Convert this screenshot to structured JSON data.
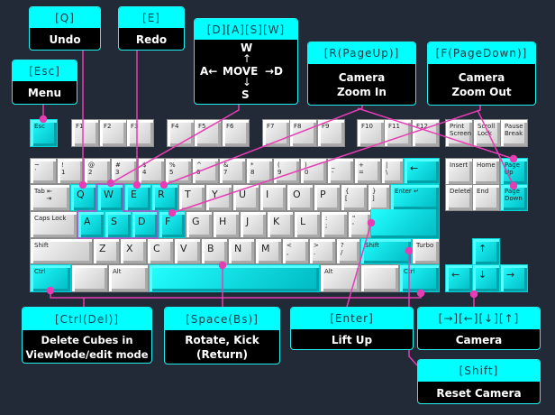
{
  "colors": {
    "background": "#222a37",
    "highlight": "#00ffff",
    "connector": "#e83cb4"
  },
  "callouts": {
    "esc": {
      "key": "[Esc]",
      "action": "Menu"
    },
    "q": {
      "key": "[Q]",
      "action": "Undo"
    },
    "e": {
      "key": "[E]",
      "action": "Redo"
    },
    "move": {
      "key": "[D][A][S][W]",
      "up": "W",
      "left": "A←",
      "center": "MOVE",
      "right": "→D",
      "down": "S",
      "up_arrow": "↑",
      "down_arrow": "↓"
    },
    "pageup": {
      "key": "[R(PageUp)]",
      "line1": "Camera",
      "line2": "Zoom In"
    },
    "pagedown": {
      "key": "[F(PageDown)]",
      "line1": "Camera",
      "line2": "Zoom Out"
    },
    "ctrl": {
      "key": "[Ctrl(Del)]",
      "line1": "Delete Cubes in",
      "line2": "ViewMode/edit mode"
    },
    "space": {
      "key": "[Space(Bs)]",
      "line1": "Rotate, Kick",
      "line2": "(Return)"
    },
    "enter": {
      "key": "[Enter]",
      "action": "Lift Up"
    },
    "arrows": {
      "key": "[→][←][↓][↑]",
      "action": "Camera"
    },
    "shift": {
      "key": "[Shift]",
      "action": "Reset Camera"
    }
  },
  "keyboard": {
    "keys": [
      {
        "label": "Esc",
        "highlighted": true
      },
      {
        "label": "F1"
      },
      {
        "label": "F2"
      },
      {
        "label": "F3"
      },
      {
        "label": "F4"
      },
      {
        "label": "F5"
      },
      {
        "label": "F6"
      },
      {
        "label": "F7"
      },
      {
        "label": "F8"
      },
      {
        "label": "F9"
      },
      {
        "label": "F10"
      },
      {
        "label": "F11"
      },
      {
        "label": "F12"
      },
      {
        "label": "Print\nScreen"
      },
      {
        "label": "Scroll\nLock"
      },
      {
        "label": "Pause\nBreak"
      },
      {
        "label": "~\n`"
      },
      {
        "label": "!\n1"
      },
      {
        "label": "@\n2"
      },
      {
        "label": "#\n3"
      },
      {
        "label": "$\n4"
      },
      {
        "label": "%\n5"
      },
      {
        "label": "^\n6"
      },
      {
        "label": "&\n7"
      },
      {
        "label": "*\n8"
      },
      {
        "label": "(\n9"
      },
      {
        "label": ")\n0"
      },
      {
        "label": "_\n-"
      },
      {
        "label": "+\n="
      },
      {
        "label": "|\n\\"
      },
      {
        "label": "←",
        "highlighted": true
      },
      {
        "label": "Tab ⇤\n      ⇥"
      },
      {
        "label": "Q",
        "highlighted": true
      },
      {
        "label": "W",
        "highlighted": true
      },
      {
        "label": "E",
        "highlighted": true
      },
      {
        "label": "R",
        "highlighted": true
      },
      {
        "label": "T"
      },
      {
        "label": "Y"
      },
      {
        "label": "U"
      },
      {
        "label": "I"
      },
      {
        "label": "O"
      },
      {
        "label": "P"
      },
      {
        "label": "{\n["
      },
      {
        "label": "}\n]"
      },
      {
        "label": "Enter ↵",
        "highlighted": true
      },
      {
        "label": "Caps Lock"
      },
      {
        "label": "A",
        "highlighted": true
      },
      {
        "label": "S",
        "highlighted": true
      },
      {
        "label": "D",
        "highlighted": true
      },
      {
        "label": "F",
        "highlighted": true
      },
      {
        "label": "G"
      },
      {
        "label": "H"
      },
      {
        "label": "J"
      },
      {
        "label": "K"
      },
      {
        "label": "L"
      },
      {
        "label": ":\n;"
      },
      {
        "label": "\"\n'"
      },
      {
        "label": "Shift"
      },
      {
        "label": "Z"
      },
      {
        "label": "X"
      },
      {
        "label": "C"
      },
      {
        "label": "V"
      },
      {
        "label": "B"
      },
      {
        "label": "N"
      },
      {
        "label": "M"
      },
      {
        "label": "<\n,"
      },
      {
        "label": ">\n."
      },
      {
        "label": "?\n/"
      },
      {
        "label": "Shift",
        "highlighted": true
      },
      {
        "label": "Turbo"
      },
      {
        "label": "Ctrl",
        "highlighted": true
      },
      {
        "label": ""
      },
      {
        "label": "Alt"
      },
      {
        "label": "",
        "highlighted": true
      },
      {
        "label": "Alt"
      },
      {
        "label": ""
      },
      {
        "label": "Ctrl",
        "highlighted": true
      },
      {
        "label": "Insert"
      },
      {
        "label": "Home"
      },
      {
        "label": "Page\nUp",
        "highlighted": true
      },
      {
        "label": "Delete"
      },
      {
        "label": "End"
      },
      {
        "label": "Page\nDown",
        "highlighted": true
      },
      {
        "label": "↑",
        "highlighted": true
      },
      {
        "label": "←",
        "highlighted": true
      },
      {
        "label": "↓",
        "highlighted": true
      },
      {
        "label": "→",
        "highlighted": true
      }
    ]
  }
}
